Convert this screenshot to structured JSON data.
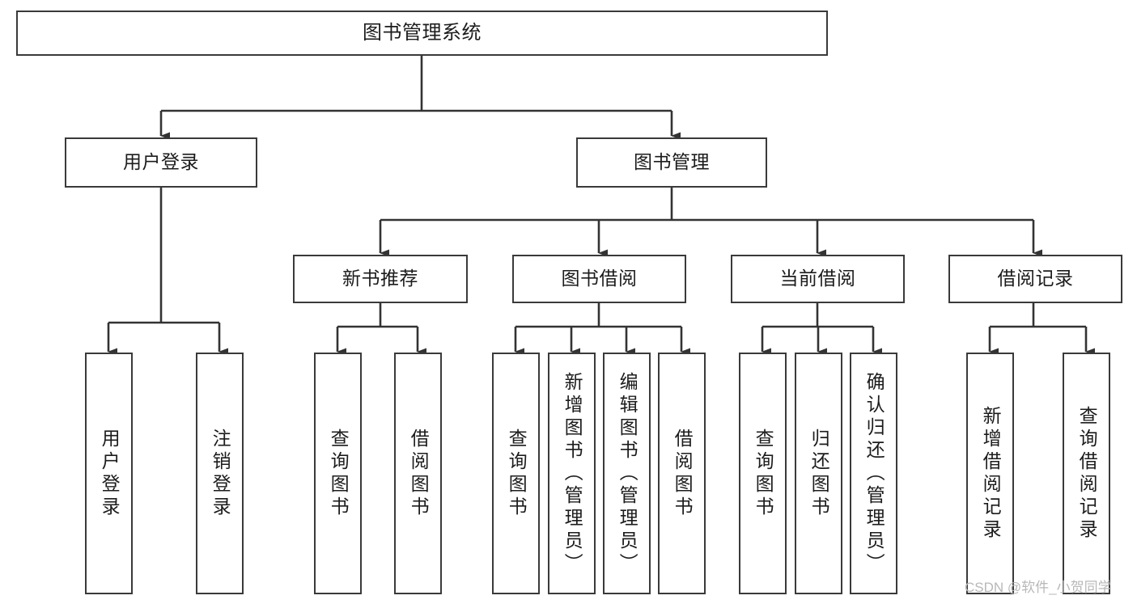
{
  "diagram": {
    "title": "图书管理系统",
    "type": "hierarchy-tree",
    "watermark": "CSDN @软件_小贺同学",
    "colors": {
      "box_border": "#3a3a3a",
      "box_fill": "#ffffff",
      "edge": "#333333",
      "text": "#1c1c1c",
      "watermark": "#b8b8b8",
      "background": "#ffffff"
    },
    "nodes": {
      "root": {
        "label": "图书管理系统"
      },
      "level2": [
        {
          "label": "用户登录"
        },
        {
          "label": "图书管理"
        }
      ],
      "level3": [
        {
          "label": "新书推荐"
        },
        {
          "label": "图书借阅"
        },
        {
          "label": "当前借阅"
        },
        {
          "label": "借阅记录"
        }
      ],
      "leaves_user_login": [
        {
          "label": "用户登录"
        },
        {
          "label": "注销登录"
        }
      ],
      "leaves_new_book": [
        {
          "label": "查询图书"
        },
        {
          "label": "借阅图书"
        }
      ],
      "leaves_borrow": [
        {
          "label": "查询图书"
        },
        {
          "label": "新增图书（管理员）"
        },
        {
          "label": "编辑图书（管理员）"
        },
        {
          "label": "借阅图书"
        }
      ],
      "leaves_current": [
        {
          "label": "查询图书"
        },
        {
          "label": "归还图书"
        },
        {
          "label": "确认归还（管理员）"
        }
      ],
      "leaves_records": [
        {
          "label": "新增借阅记录"
        },
        {
          "label": "查询借阅记录"
        }
      ]
    }
  }
}
